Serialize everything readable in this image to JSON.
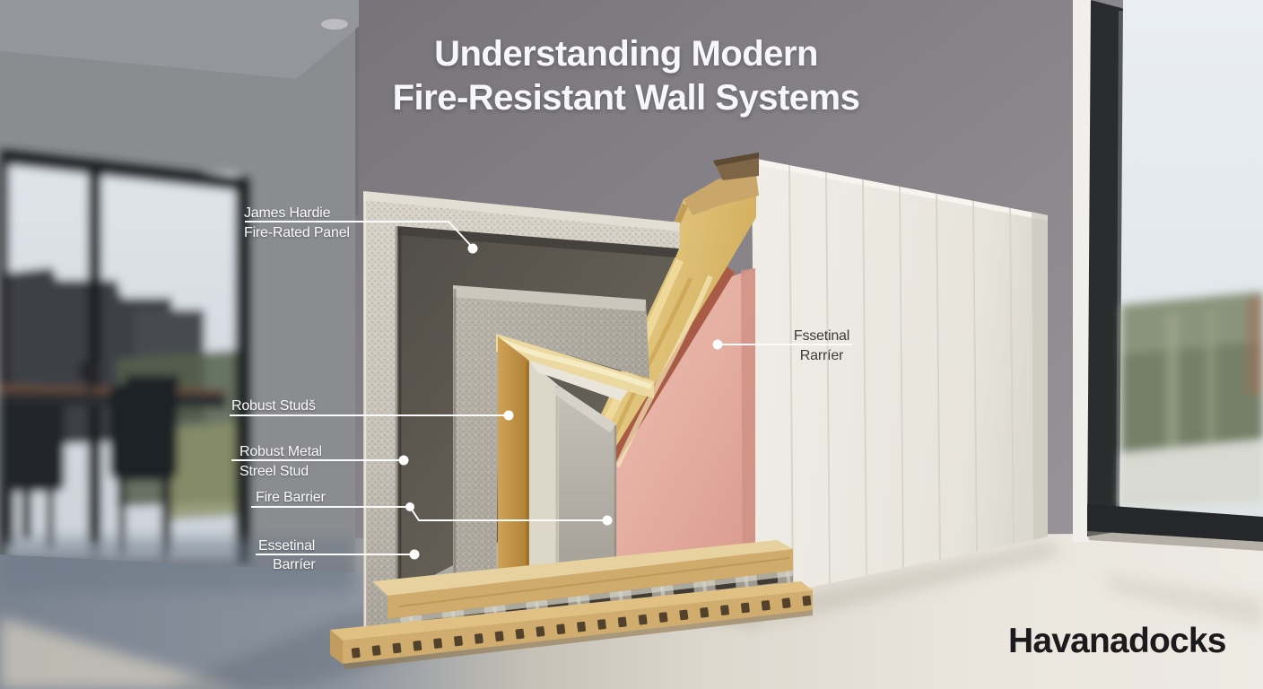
{
  "title": {
    "line1": "Understanding Modern",
    "line2": "Fire-Resistant Wall Systems"
  },
  "watermark": "Havanadocks",
  "callouts": {
    "fire_rated_panel": {
      "line1": "James Hardie",
      "line2": "Fire-Rated Panel"
    },
    "robust_studs": {
      "line1": "Robust Studš"
    },
    "robust_metal_steel_stud": {
      "line1": "Robust Metal",
      "line2": "Streel Stud"
    },
    "fire_barrier": {
      "line1": "Fire Barrier"
    },
    "essential_barrier_left": {
      "line1": "Essetinal",
      "line2": "Barríer"
    },
    "essential_barrier_right": {
      "line1": "Fssetinal",
      "line2": "Rarríer"
    }
  },
  "colors": {
    "title_text": "#f7f6f8",
    "label_text": "#fafafa",
    "right_label_text": "#3d3c3a",
    "watermark_text": "#1b1b1d",
    "leader_line": "#fbfbfb",
    "panel_pink": "#e5ad9f",
    "panel_pink_edge": "#b4674f",
    "insulation_gold": "#d8b868",
    "panel_charcoal": "#5c5952",
    "panel_granite": "#b2ada3",
    "panel_outer_speckled": "#d6d2c8",
    "wall_white_panels": "#ebe8e1",
    "wood_base": "#d4b377",
    "floor_left": "#7a8390",
    "floor_right": "#edeae3"
  }
}
